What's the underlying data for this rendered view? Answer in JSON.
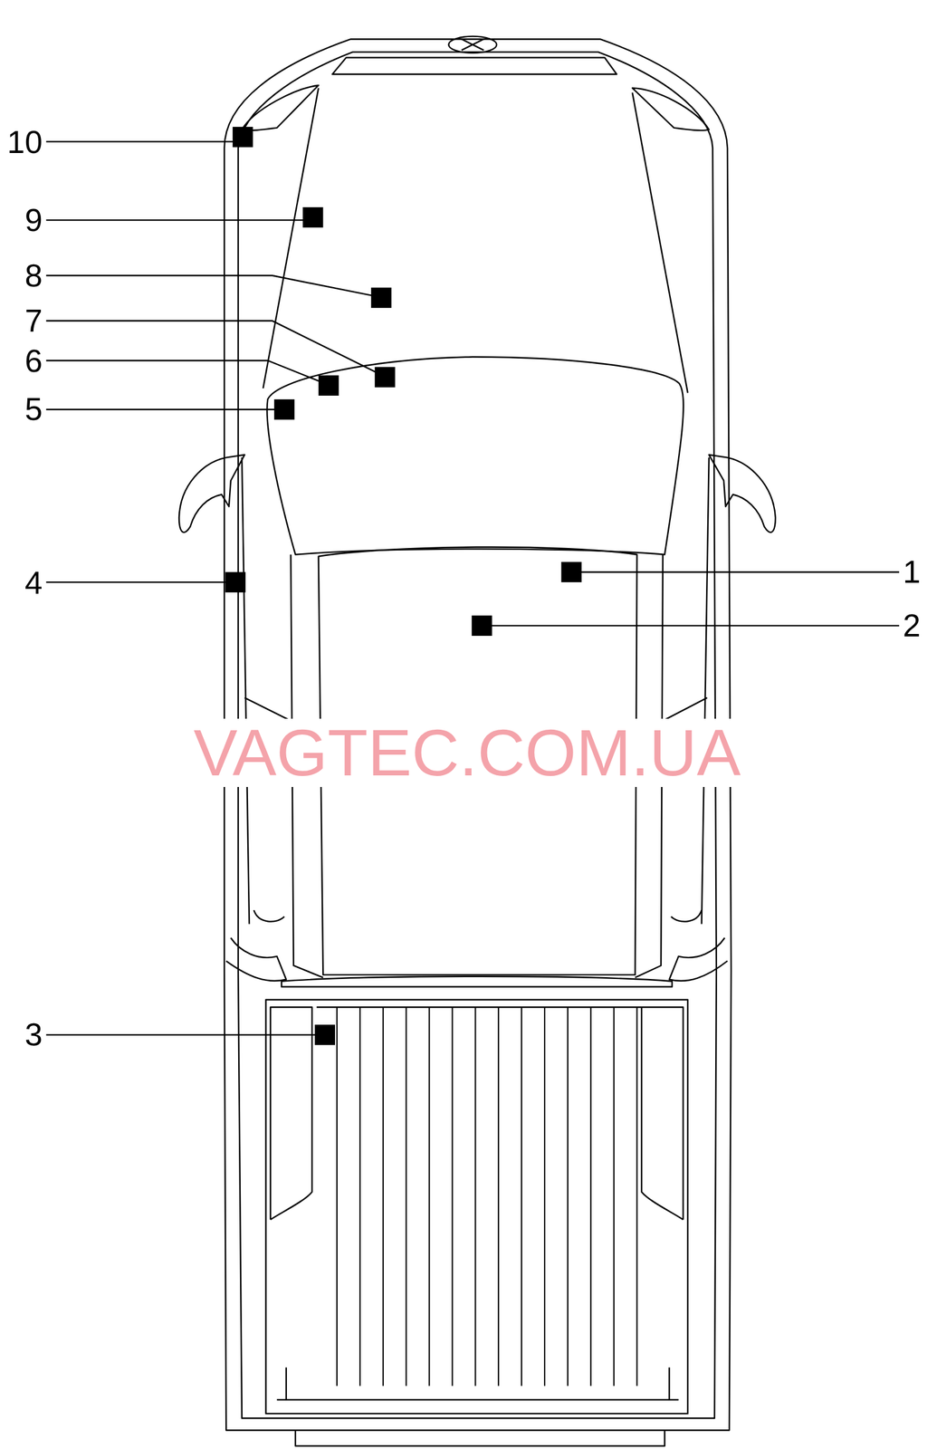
{
  "diagram": {
    "labels": [
      "10",
      "9",
      "8",
      "7",
      "6",
      "5",
      "4",
      "3",
      "1",
      "2",
      "VAGTEC.COM.UA"
    ]
  }
}
